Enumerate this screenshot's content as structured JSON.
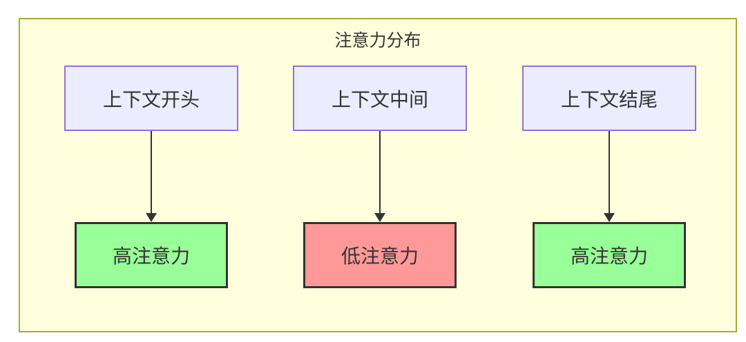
{
  "diagram": {
    "title": "注意力分布",
    "columns": [
      {
        "source": {
          "label": "上下文开头"
        },
        "target": {
          "label": "高注意力",
          "tone": "green"
        }
      },
      {
        "source": {
          "label": "上下文中间"
        },
        "target": {
          "label": "低注意力",
          "tone": "red"
        }
      },
      {
        "source": {
          "label": "上下文结尾"
        },
        "target": {
          "label": "高注意力",
          "tone": "green"
        }
      }
    ]
  },
  "colors": {
    "canvas-bg": "#ffffff",
    "cluster-fill": "#ffffde",
    "cluster-stroke": "#aaaa33",
    "node-fill": "#ececff",
    "node-stroke": "#9370db",
    "green-fill": "#99ff99",
    "red-fill": "#ff9999",
    "dark-stroke": "#333333",
    "edge": "#333333",
    "text": "#333333"
  }
}
